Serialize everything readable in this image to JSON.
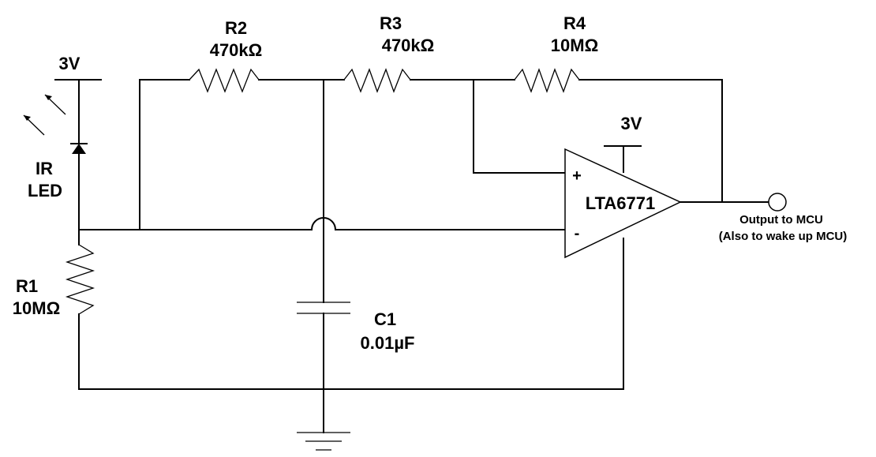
{
  "supply": {
    "led_rail": "3V",
    "opamp_rail": "3V"
  },
  "led": {
    "label_line1": "IR",
    "label_line2": "LED"
  },
  "resistors": {
    "r1": {
      "name": "R1",
      "value": "10MΩ"
    },
    "r2": {
      "name": "R2",
      "value": "470kΩ"
    },
    "r3": {
      "name": "R3",
      "value": "470kΩ"
    },
    "r4": {
      "name": "R4",
      "value": "10MΩ"
    }
  },
  "capacitor": {
    "name": "C1",
    "value": "0.01µF"
  },
  "opamp": {
    "part": "LTA6771",
    "plus_pin": "+",
    "minus_pin": "-"
  },
  "output": {
    "line1": "Output to MCU",
    "line2": "(Also to wake up MCU)"
  },
  "icons": {
    "led": "diode-icon",
    "emission": "arrow-icon",
    "ground": "ground-icon",
    "output_terminal": "terminal-circle-icon"
  }
}
